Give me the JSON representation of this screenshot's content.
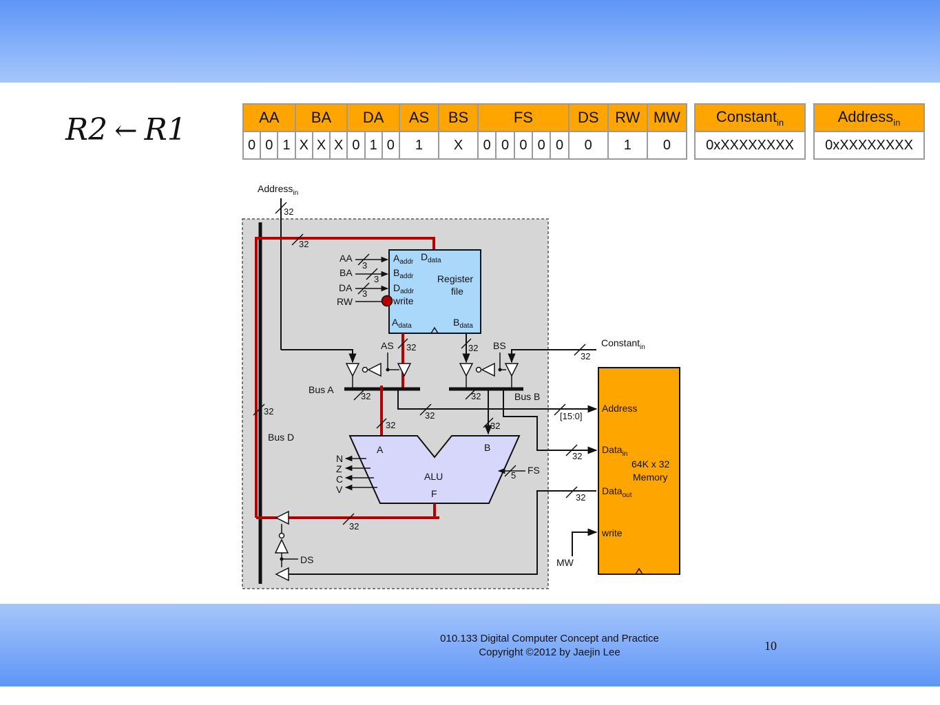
{
  "slide": {
    "equation": {
      "dest": "R2",
      "arrow": "←",
      "src": "R1"
    },
    "footer": {
      "course": "010.133 Digital Computer Concept and Practice",
      "copyright": "Copyright ©2012 by Jaejin Lee"
    },
    "page_number": "10"
  },
  "control_word": {
    "fields": [
      {
        "name": "AA",
        "bits": [
          "0",
          "0",
          "1"
        ]
      },
      {
        "name": "BA",
        "bits": [
          "X",
          "X",
          "X"
        ]
      },
      {
        "name": "DA",
        "bits": [
          "0",
          "1",
          "0"
        ]
      },
      {
        "name": "AS",
        "bits": [
          "1"
        ]
      },
      {
        "name": "BS",
        "bits": [
          "X"
        ]
      },
      {
        "name": "FS",
        "bits": [
          "0",
          "0",
          "0",
          "0",
          "0"
        ]
      },
      {
        "name": "DS",
        "bits": [
          "0"
        ]
      },
      {
        "name": "RW",
        "bits": [
          "1"
        ]
      },
      {
        "name": "MW",
        "bits": [
          "0"
        ]
      }
    ],
    "constant": {
      "name": "Constant",
      "sub": "in",
      "value": "0xXXXXXXXX"
    },
    "address": {
      "name": "Address",
      "sub": "in",
      "value": "0xXXXXXXXX"
    }
  },
  "diagram": {
    "address_in": {
      "main": "Address",
      "sub": "in"
    },
    "constant_in": {
      "main": "Constant",
      "sub": "in"
    },
    "widths": {
      "w32": "32",
      "w3": "3",
      "w5": "5",
      "range": "[15:0]"
    },
    "regfile": {
      "title1": "Register",
      "title2": "file",
      "aaddr": {
        "main": "A",
        "sub": "addr"
      },
      "baddr": {
        "main": "B",
        "sub": "addr"
      },
      "daddr": {
        "main": "D",
        "sub": "addr"
      },
      "ddata": {
        "main": "D",
        "sub": "data"
      },
      "adata": {
        "main": "A",
        "sub": "data"
      },
      "bdata": {
        "main": "B",
        "sub": "data"
      },
      "write": "write"
    },
    "inputs": {
      "aa": "AA",
      "ba": "BA",
      "da": "DA",
      "rw": "RW",
      "as": "AS",
      "bs": "BS",
      "fs": "FS",
      "ds": "DS",
      "mw": "MW"
    },
    "buses": {
      "a": "Bus A",
      "b": "Bus B",
      "d": "Bus D"
    },
    "alu": {
      "name": "ALU",
      "a": "A",
      "b": "B",
      "f": "F",
      "flags": [
        "N",
        "Z",
        "C",
        "V"
      ]
    },
    "memory": {
      "title1": "64K x 32",
      "title2": "Memory",
      "address": "Address",
      "datain": {
        "main": "Data",
        "sub": "in"
      },
      "dataout": {
        "main": "Data",
        "sub": "out"
      },
      "write": "write"
    },
    "colors": {
      "highlight": "#b50000",
      "regfile": "#aad8fb",
      "memory": "#ffa500",
      "alu": "#d7d7fb",
      "datapath_bg": "#d6d6d6"
    }
  }
}
